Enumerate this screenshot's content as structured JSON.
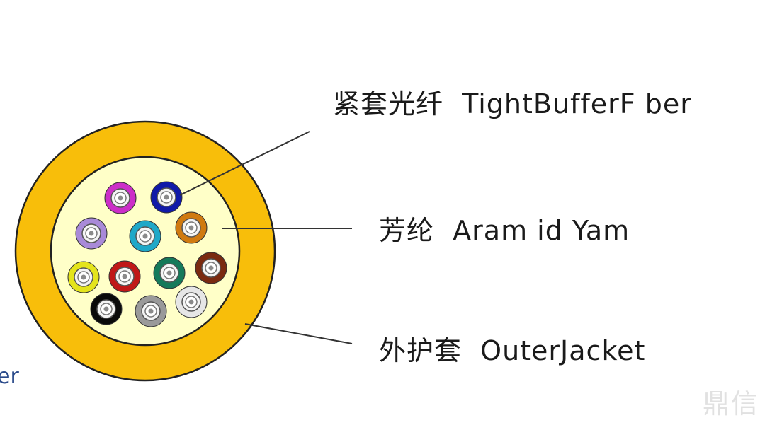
{
  "labels": {
    "tight_buffer": "紧套光纤  TightBufferF ber",
    "aramid": "芳纶  Aram id Yam",
    "outer_jacket": "外护套  OuterJacket"
  },
  "edge_text": "er",
  "watermark": "鼎信",
  "colors": {
    "outer_jacket": "#f8be0a",
    "aramid_fill": "#ffffc8",
    "outline": "#222222",
    "leader_line": "#333333"
  },
  "fibers": [
    {
      "color": "#cc2ec8",
      "icon": "fiber-magenta"
    },
    {
      "color": "#111aa8",
      "icon": "fiber-blue"
    },
    {
      "color": "#a98ad8",
      "icon": "fiber-violet"
    },
    {
      "color": "#1fa8c8",
      "icon": "fiber-aqua"
    },
    {
      "color": "#d07a10",
      "icon": "fiber-orange"
    },
    {
      "color": "#e4e41c",
      "icon": "fiber-yellow"
    },
    {
      "color": "#c01818",
      "icon": "fiber-red"
    },
    {
      "color": "#157a5a",
      "icon": "fiber-green"
    },
    {
      "color": "#7a2a10",
      "icon": "fiber-brown"
    },
    {
      "color": "#0a0a0a",
      "icon": "fiber-black"
    },
    {
      "color": "#9a9a9a",
      "icon": "fiber-slate"
    },
    {
      "color": "#e6e6e6",
      "icon": "fiber-white"
    }
  ]
}
